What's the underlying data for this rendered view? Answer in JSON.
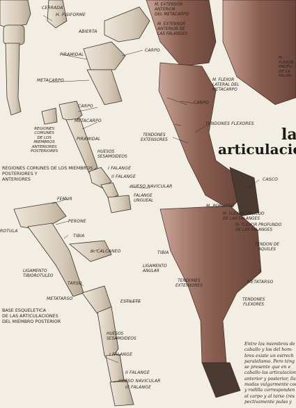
{
  "title": {
    "line1": "las",
    "line2": "articulaciones"
  },
  "labels": {
    "cerrada": "CERRADA",
    "pisiforme": "H. PISIFORME",
    "abierta": "ABIERTA",
    "piramidal_top": "PIRAMIDAL",
    "metacarpo_top": "METACARPO",
    "carpo_top": "CARPO",
    "carpo_mid": "CARPO",
    "metacarpo_mid": "METACARPO",
    "piramidal_mid": "PIRAMIDAL",
    "regiones_comunes_small": [
      "REGIONES",
      "COMUNES",
      "DE LOS",
      "MIEMBROS",
      "ANTERIORES",
      "POSTERIORES"
    ],
    "huesos_sesamoideos_top": [
      "HUESOS",
      "SESAMOIDEOS"
    ],
    "i_falange_top": "I FALANGE",
    "ii_falange_top": "II FALANGE",
    "hueso_navicular_top": "HUESO NAVICULAR",
    "falange_ungueal_top": [
      "FALANGE",
      "UNGUEAL"
    ],
    "m_extensor_metacarpo": [
      "M. EXTENSOR",
      "ANTERIOR",
      "DEL METACARPO"
    ],
    "m_extensor_falanges": [
      "M. EXTENSOR",
      "ANTERIOR DE",
      "LAS FALANGES"
    ],
    "m_flexor_profundo_top": [
      "M.",
      "FLEXOR",
      "PROFU-",
      "DE LA",
      "FALAN-"
    ],
    "m_flexor_lateral": [
      "M. FLEXOR",
      "LATERAL DEL",
      "METACARPO"
    ],
    "carpo_muscle": "CARPO",
    "tendones_flexores_top": "TENDONES FLEXORES",
    "tendones_extensores_top": [
      "TENDONES",
      "EXTENSORES"
    ],
    "casco": "CASCO",
    "m_popliteo": "M. POPLITEO",
    "m_flexor_oblicuo": [
      "M. FLEXOR OBLICUO",
      "DE LAS FALANGES"
    ],
    "m_flexor_profundo_bottom": [
      "M. FLEXOR PROFUNDO",
      "DE LAS FALANGES"
    ],
    "tendon_aquiles": [
      "TENDON DE",
      "AQUILES"
    ],
    "tibia_muscle": "TIBIA",
    "ligamento_anular": [
      "LIGAMENTO",
      "ANULAR"
    ],
    "tendones_extensores_bottom": [
      "TENDONES",
      "EXTENSORES"
    ],
    "metatarso_muscle": "METATARSO",
    "tendones_flexores_bottom": [
      "TENDONES",
      "FLEXORES"
    ],
    "regiones_comunes_large": [
      "REGIONES COMUNES DE LOS MIEMBROS",
      "POSTERIORES Y",
      "ANTERIORES"
    ],
    "femur": "FEMUR",
    "rotula": "ROTULA",
    "perone": "PERONE",
    "tibia_bone": "TIBIA",
    "ligamento_tibiorotuleo": [
      "LIGAMENTO",
      "TIBIOROTULEO"
    ],
    "h_calcaneo": "H. CALCANEO",
    "tarso": "TARSO",
    "metatarso_bone": "METATARSO",
    "estilete": "ESTILETE",
    "base_esqueletica": [
      "BASE ESQUELETICA",
      "DE LAS ARTICULACIONES",
      "DEL MIEMBRO POSTERIOR"
    ],
    "huesos_sesamoideos_bottom": [
      "HUESOS",
      "SESAMOIDEOS"
    ],
    "i_falange_bottom": "I FALANGE",
    "ii_falange_bottom": "II FALANGE",
    "hueso_navicular_bottom": "HUESO NAVICULAR",
    "iii_falange": "III FALANGE"
  },
  "body_text": [
    "Entre los miembros de",
    "caballo y los del hom-",
    "bres existe un estrech",
    "paralelismo. Pero téng",
    "se presente que en e",
    "caballo las articulacione",
    "anterior y posterior, lla",
    "madas vulgarmente codo",
    "y rodilla corresponden",
    "al carpo y al tarso (res",
    "pectivamente pulso y"
  ],
  "colors": {
    "paper": "#f3eee4",
    "ink": "#2a241e",
    "muscle": "#7a5548"
  }
}
